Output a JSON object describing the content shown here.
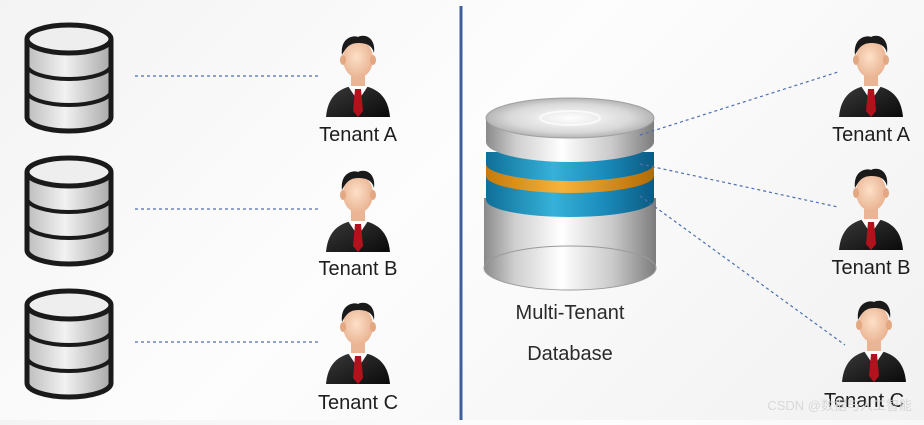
{
  "left": {
    "tenants": [
      {
        "label": "Tenant A"
      },
      {
        "label": "Tenant B"
      },
      {
        "label": "Tenant C"
      }
    ]
  },
  "right": {
    "database_label_line1": "Multi-Tenant",
    "database_label_line2": "Database",
    "tenants": [
      {
        "label": "Tenant A"
      },
      {
        "label": "Tenant B"
      },
      {
        "label": "Tenant C"
      }
    ]
  },
  "watermark": "CSDN @数据与人工智能"
}
